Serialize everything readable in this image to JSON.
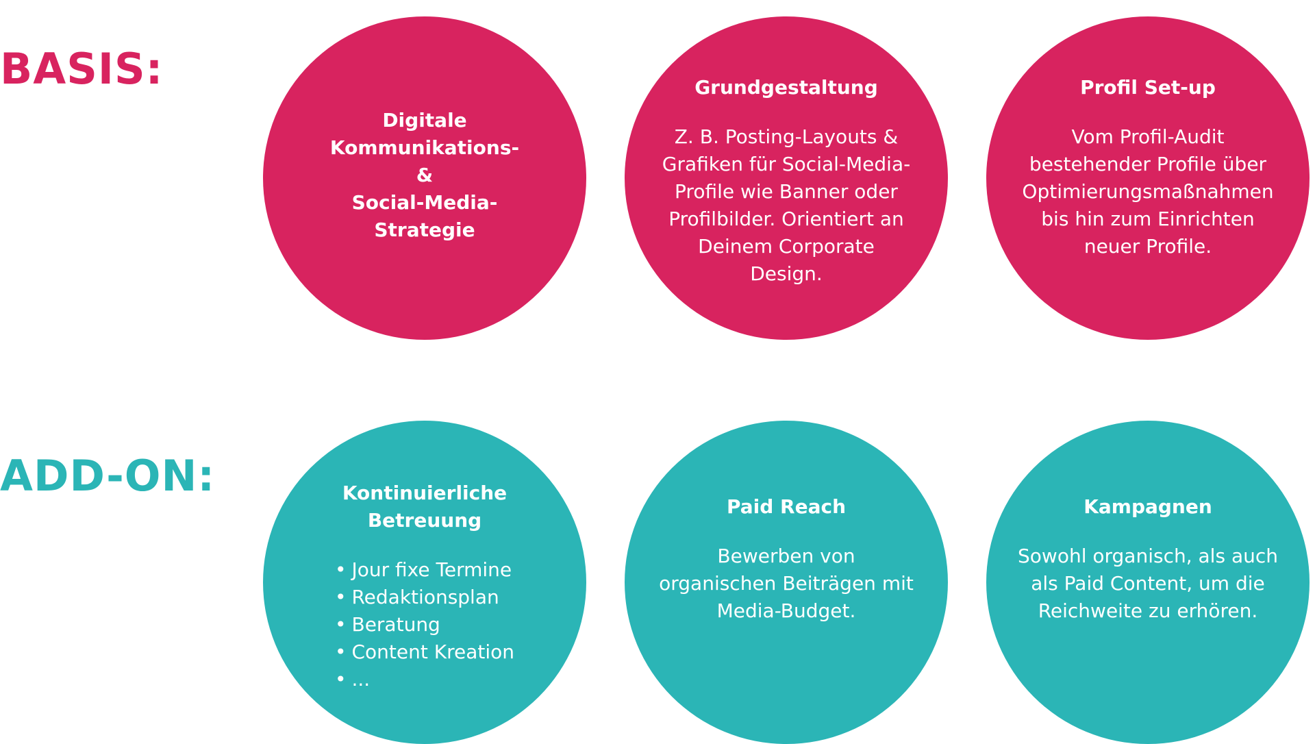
{
  "colors": {
    "basis": "#d8235f",
    "addon": "#2bb5b6",
    "text_on_circle": "#ffffff"
  },
  "basis": {
    "label": "BASIS:",
    "circles": [
      {
        "title": "Digitale\nKommunikations-\n&\nSocial-Media-\nStrategie",
        "body_lines": []
      },
      {
        "title": "Grundgestaltung",
        "body_lines": [
          "Z. B. Posting-Layouts &",
          "Grafiken für Social-Media-",
          "Profile wie Banner oder",
          "Profilbilder. Orientiert an",
          "Deinem Corporate",
          "Design."
        ]
      },
      {
        "title": "Profil Set-up",
        "body_lines": [
          "Vom Profil-Audit",
          "bestehender Profile über",
          "Optimierungsmaßnahmen",
          "bis hin zum Einrichten",
          "neuer Profile."
        ]
      }
    ]
  },
  "addon": {
    "label": "ADD-ON:",
    "circles": [
      {
        "title": "Kontinuierliche\nBetreuung",
        "bullets": [
          "Jour fixe Termine",
          "Redaktionsplan",
          "Beratung",
          "Content Kreation",
          "..."
        ]
      },
      {
        "title": "Paid Reach",
        "body_lines": [
          "Bewerben von",
          "organischen Beiträgen mit",
          "Media-Budget."
        ]
      },
      {
        "title": "Kampagnen",
        "body_lines": [
          "Sowohl organisch, als auch",
          "als Paid Content, um die",
          "Reichweite zu erhören."
        ]
      }
    ]
  }
}
